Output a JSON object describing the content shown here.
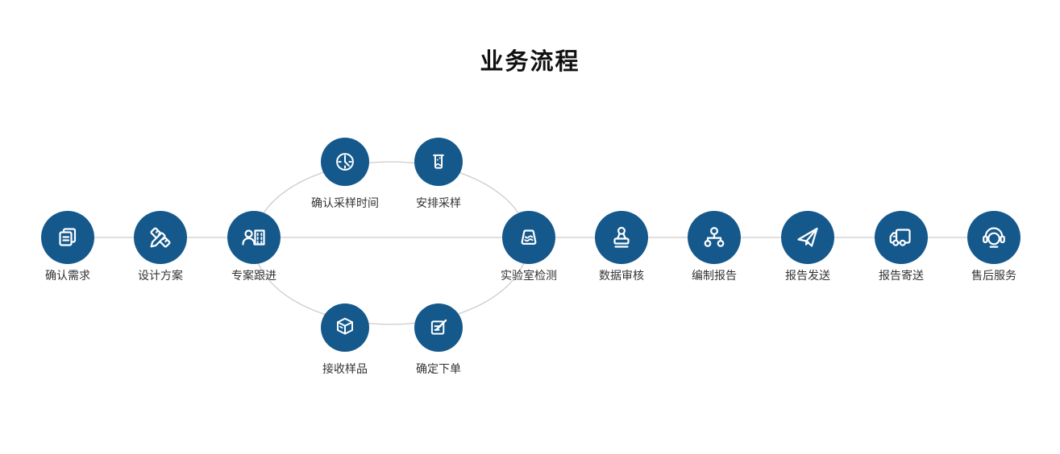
{
  "page": {
    "title": "业务流程"
  },
  "colors": {
    "node_fill": "#15598c",
    "icon_stroke": "#ffffff",
    "connector_line": "#cccccc",
    "label_text": "#333333",
    "title_text": "#111111",
    "background": "#ffffff"
  },
  "flow": {
    "nodes": [
      {
        "label": "确认需求",
        "icon": "documents-icon"
      },
      {
        "label": "设计方案",
        "icon": "pencil-ruler-icon"
      },
      {
        "label": "专案跟进",
        "icon": "person-building-icon"
      },
      {
        "label": "确认采样时间",
        "icon": "clock-icon"
      },
      {
        "label": "安排采样",
        "icon": "sample-bottle-icon"
      },
      {
        "label": "接收样品",
        "icon": "package-icon"
      },
      {
        "label": "确定下单",
        "icon": "edit-order-icon"
      },
      {
        "label": "实验室检测",
        "icon": "ultrasound-probe-icon"
      },
      {
        "label": "数据审核",
        "icon": "stamp-icon"
      },
      {
        "label": "编制报告",
        "icon": "org-hierarchy-icon"
      },
      {
        "label": "报告发送",
        "icon": "paper-plane-icon"
      },
      {
        "label": "报告寄送",
        "icon": "truck-icon"
      },
      {
        "label": "售后服务",
        "icon": "headset-icon"
      }
    ]
  }
}
